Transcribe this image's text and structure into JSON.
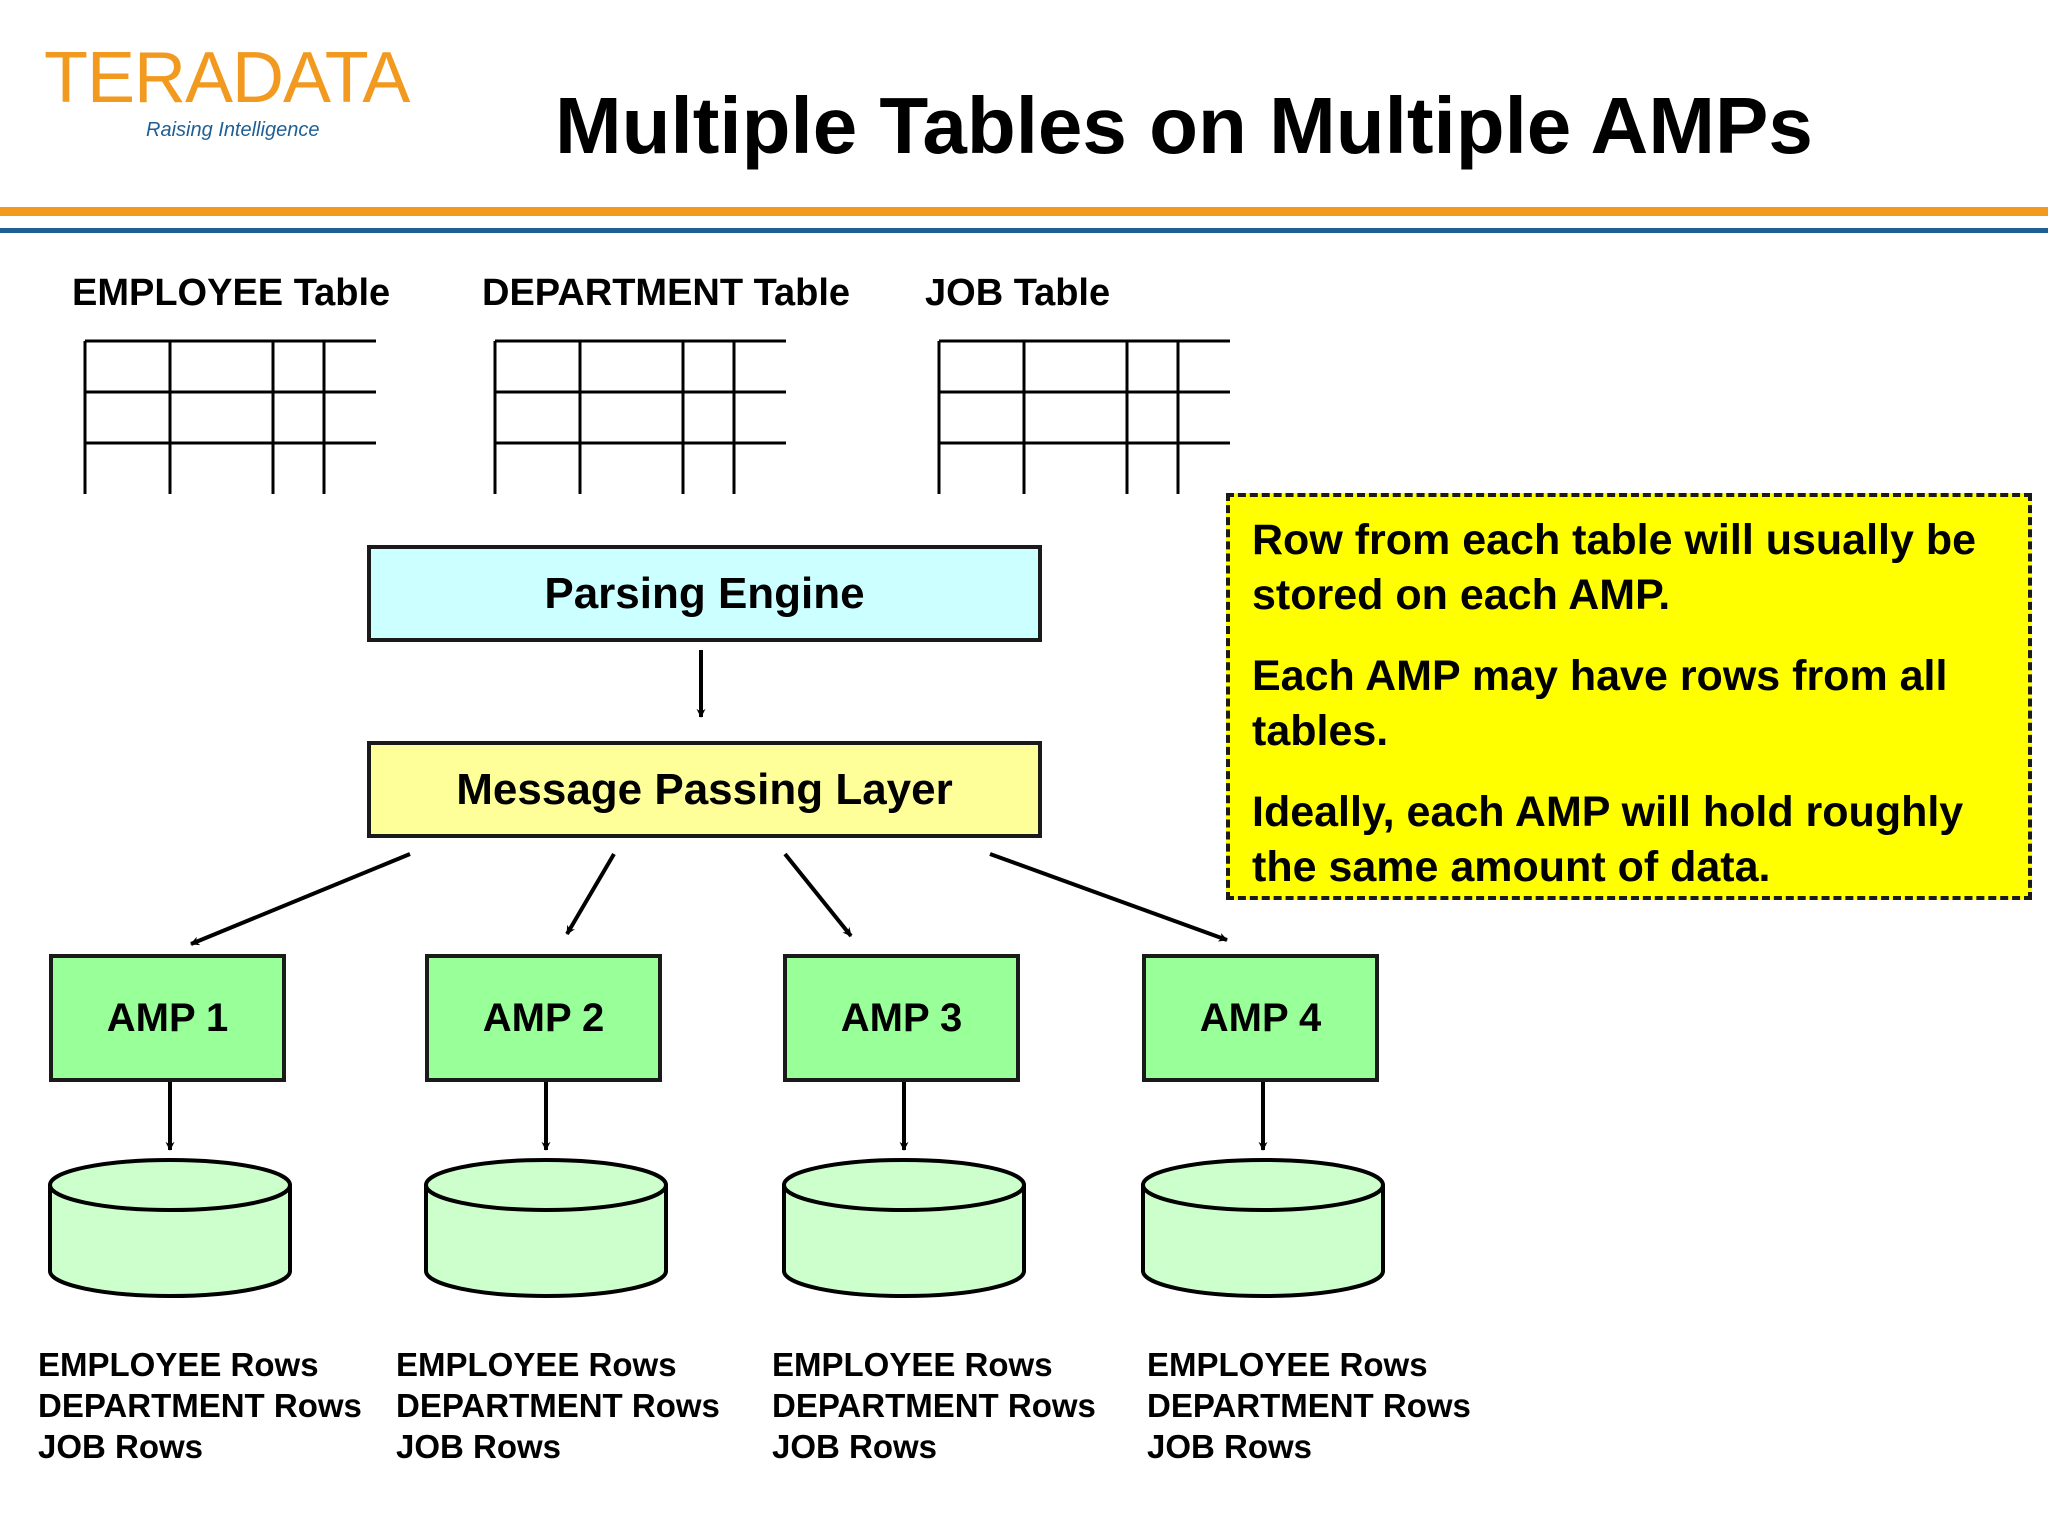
{
  "logo": {
    "wordmark": "TERADATA",
    "tagline": "Raising Intelligence"
  },
  "title": "Multiple Tables on Multiple AMPs",
  "tables": [
    {
      "label": "EMPLOYEE Table"
    },
    {
      "label": "DEPARTMENT Table"
    },
    {
      "label": "JOB Table"
    }
  ],
  "parsing_engine": "Parsing Engine",
  "message_passing_layer": "Message Passing Layer",
  "amps": [
    {
      "label": "AMP 1",
      "rows": [
        "EMPLOYEE Rows",
        "DEPARTMENT Rows",
        "JOB Rows"
      ]
    },
    {
      "label": "AMP 2",
      "rows": [
        "EMPLOYEE Rows",
        "DEPARTMENT Rows",
        "JOB Rows"
      ]
    },
    {
      "label": "AMP 3",
      "rows": [
        "EMPLOYEE Rows",
        "DEPARTMENT Rows",
        "JOB Rows"
      ]
    },
    {
      "label": "AMP 4",
      "rows": [
        "EMPLOYEE Rows",
        "DEPARTMENT Rows",
        "JOB Rows"
      ]
    }
  ],
  "note": [
    "Row from each table will usually be stored on each AMP.",
    "Each AMP may have rows from all tables.",
    "Ideally, each AMP will hold roughly the same amount of data."
  ],
  "colors": {
    "brand_orange": "#F29A1F",
    "brand_blue": "#1f5f94",
    "parsing_engine_fill": "#ccffff",
    "message_layer_fill": "#ffff99",
    "amp_fill": "#99ff99",
    "disk_fill": "#ccffcc",
    "note_fill": "#ffff00"
  }
}
